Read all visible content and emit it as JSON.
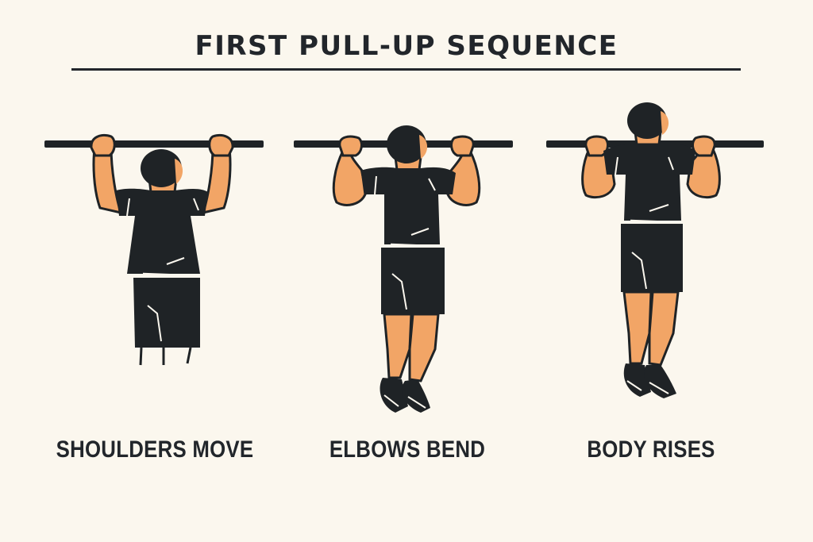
{
  "title": "FIRST PULL-UP SEQUENCE",
  "colors": {
    "background": "#fbf7ee",
    "ink": "#22262b",
    "skin": "#f2a566",
    "clothing": "#1f2326"
  },
  "steps": [
    {
      "label": "SHOULDERS MOVE",
      "figure": "hanging-figure-shoulders-engaged"
    },
    {
      "label": "ELBOWS BEND",
      "figure": "figure-elbows-bent-mid-pull"
    },
    {
      "label": "BODY RISES",
      "figure": "figure-chin-over-bar"
    }
  ]
}
